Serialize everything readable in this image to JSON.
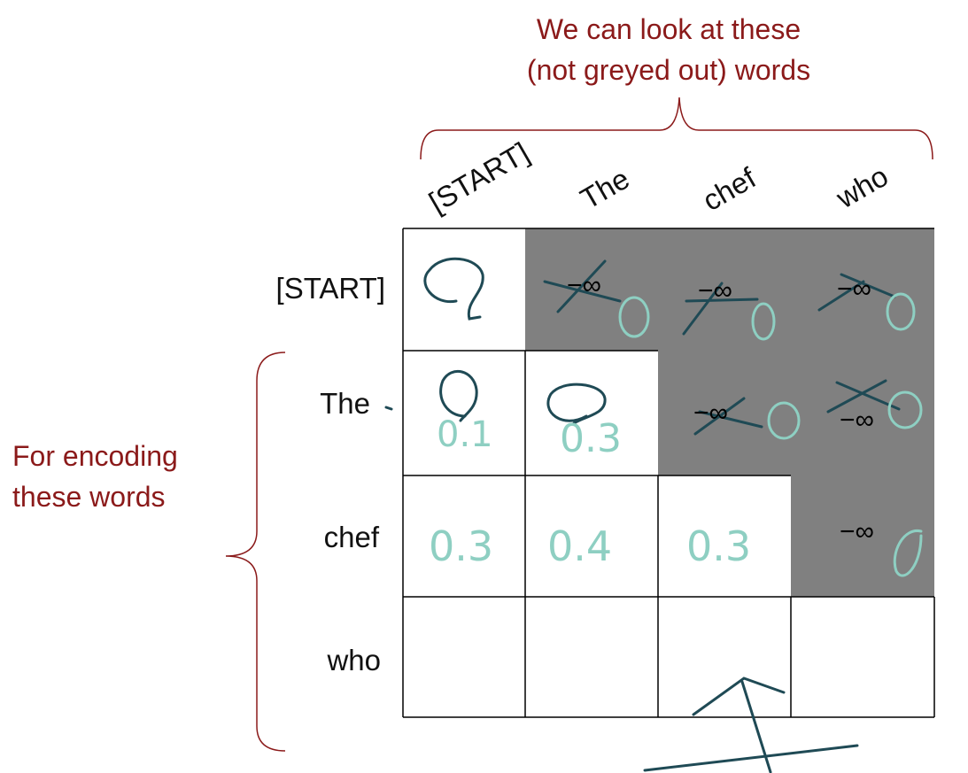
{
  "annotations": {
    "top_line1": "We can look at these",
    "top_line2": "(not greyed out) words",
    "left_line1": "For encoding",
    "left_line2": "these words"
  },
  "columns": [
    "[START]",
    "The",
    "chef",
    "who"
  ],
  "rows": [
    "[START]",
    "The",
    "chef",
    "who"
  ],
  "cells": {
    "neg_inf": "−∞",
    "hand_values": [
      "0.1",
      "0.3",
      "0.3",
      "0.4",
      "0.3"
    ]
  },
  "colors": {
    "masked_fill": "#808080",
    "annotation": "#8b1a1a",
    "teal_ink": "#8ecfc2",
    "dark_ink": "#1f4a55"
  }
}
